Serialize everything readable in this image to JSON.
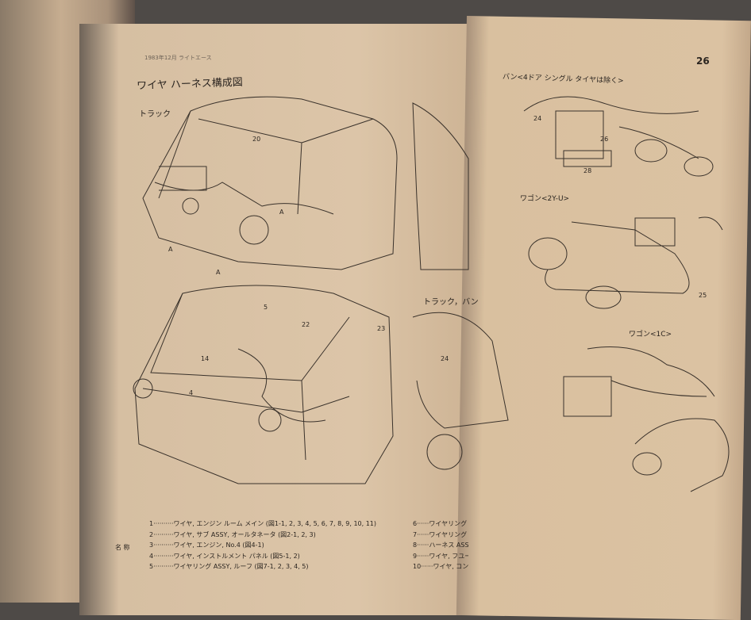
{
  "left_page": {
    "header": "1983年12月 ライトエース",
    "title": "ワイヤ ハーネス構成図",
    "section_truck": "トラック",
    "section_truck_van": "トラック，バン",
    "footnote_label": "名 称",
    "legend": [
      {
        "no": "1",
        "text": "ワイヤ, エンジン ルーム メイン (図1-1, 2, 3, 4, 5, 6, 7, 8, 9, 10, 11)"
      },
      {
        "no": "2",
        "text": "ワイヤ, サブ ASSY, オールタネータ (図2-1, 2, 3)"
      },
      {
        "no": "3",
        "text": "ワイヤ, エンジン, No.4 (図4-1)"
      },
      {
        "no": "4",
        "text": "ワイヤ, インストルメント パネル (図5-1, 2)"
      },
      {
        "no": "5",
        "text": "ワイヤリング ASSY, ルーフ (図7-1, 2, 3, 4, 5)"
      },
      {
        "no": "6",
        "text": "ワイヤリング サ"
      },
      {
        "no": "7",
        "text": "ワイヤリング サ"
      },
      {
        "no": "8",
        "text": "ハーネス ASSY"
      },
      {
        "no": "9",
        "text": "ワイヤ, フユー"
      },
      {
        "no": "10",
        "text": "ワイヤ, コンビ"
      }
    ],
    "callouts": [
      "20",
      "A",
      "A",
      "A",
      "14",
      "5",
      "4",
      "22",
      "23",
      "24"
    ]
  },
  "right_page": {
    "page_number": "26",
    "section_van": "バン<4ドア シングル タイヤは除く>",
    "section_wagon_2y": "ワゴン<2Y-U>",
    "section_wagon_1c": "ワゴン<1C>",
    "callouts": [
      "24",
      "26",
      "25",
      "28"
    ]
  }
}
